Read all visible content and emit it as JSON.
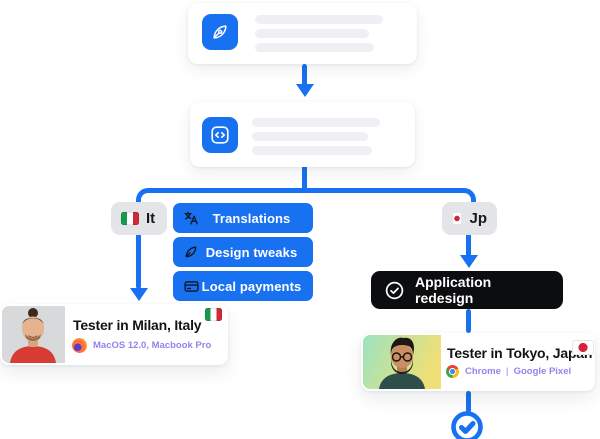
{
  "colors": {
    "accent_blue": "#1771F1",
    "pill_black": "#0C0D0F",
    "device_text_purple": "#9583EE",
    "badge_gray": "#E4E5E8",
    "skeleton_gray": "#EEF0F3"
  },
  "steps": {
    "step1": {
      "icon": "pen-icon"
    },
    "step2": {
      "icon": "code-icon"
    }
  },
  "branches": {
    "left": {
      "badge": {
        "label": "It",
        "flag": "italy-flag"
      },
      "tasks": [
        {
          "label": "Translations",
          "icon": "translate-icon"
        },
        {
          "label": "Design tweaks",
          "icon": "pen-icon"
        },
        {
          "label": "Local payments",
          "icon": "credit-card-icon"
        }
      ],
      "tester": {
        "title": "Tester in Milan, Italy",
        "device": "MacOS 12.0, Macbook Pro",
        "browser_icon": "firefox-icon",
        "flag": "italy-flag"
      }
    },
    "right": {
      "badge": {
        "label": "Jp",
        "flag": "japan-flag"
      },
      "completed_task": {
        "label": "Application redesign",
        "icon": "check-circle-icon"
      },
      "tester": {
        "title": "Tester in Tokyo, Japan",
        "browser_label": "Chrome",
        "separator": "|",
        "device": "Google Pixel",
        "browser_icon": "chrome-icon",
        "flag": "japan-flag"
      }
    }
  }
}
